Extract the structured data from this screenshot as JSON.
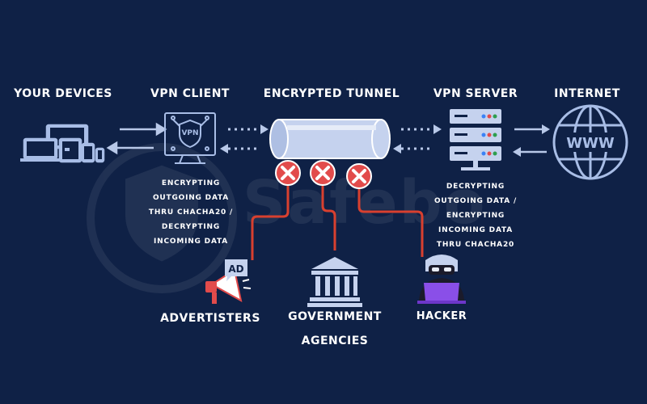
{
  "headers": {
    "devices": "YOUR DEVICES",
    "vpn_client": "VPN CLIENT",
    "tunnel": "ENCRYPTED TUNNEL",
    "vpn_server": "VPN SERVER",
    "internet": "INTERNET"
  },
  "vpn_badge": "VPN",
  "www_text": "WWW",
  "client_note": [
    "ENCRYPTING",
    "OUTGOING DATA",
    "THRU CHACHA20 /",
    "DECRYPTING",
    "INCOMING DATA"
  ],
  "server_note": [
    "DECRYPTING",
    "OUTGOING DATA /",
    "ENCRYPTING",
    "INCOMING DATA",
    "THRU CHACHA20"
  ],
  "threats": {
    "advertisers": "ADVERTISTERS",
    "ad_badge": "AD",
    "government_line1": "GOVERNMENT",
    "government_line2": "AGENCIES",
    "hacker": "HACKER"
  },
  "watermark": "Safebo",
  "colors": {
    "background": "#0f2146",
    "icon_stroke": "#a8bde6",
    "tunnel_fill": "#c5d2ee",
    "block_red": "#e24b4b",
    "line_red": "#d8402f",
    "arrow": "#b8c8e8"
  }
}
